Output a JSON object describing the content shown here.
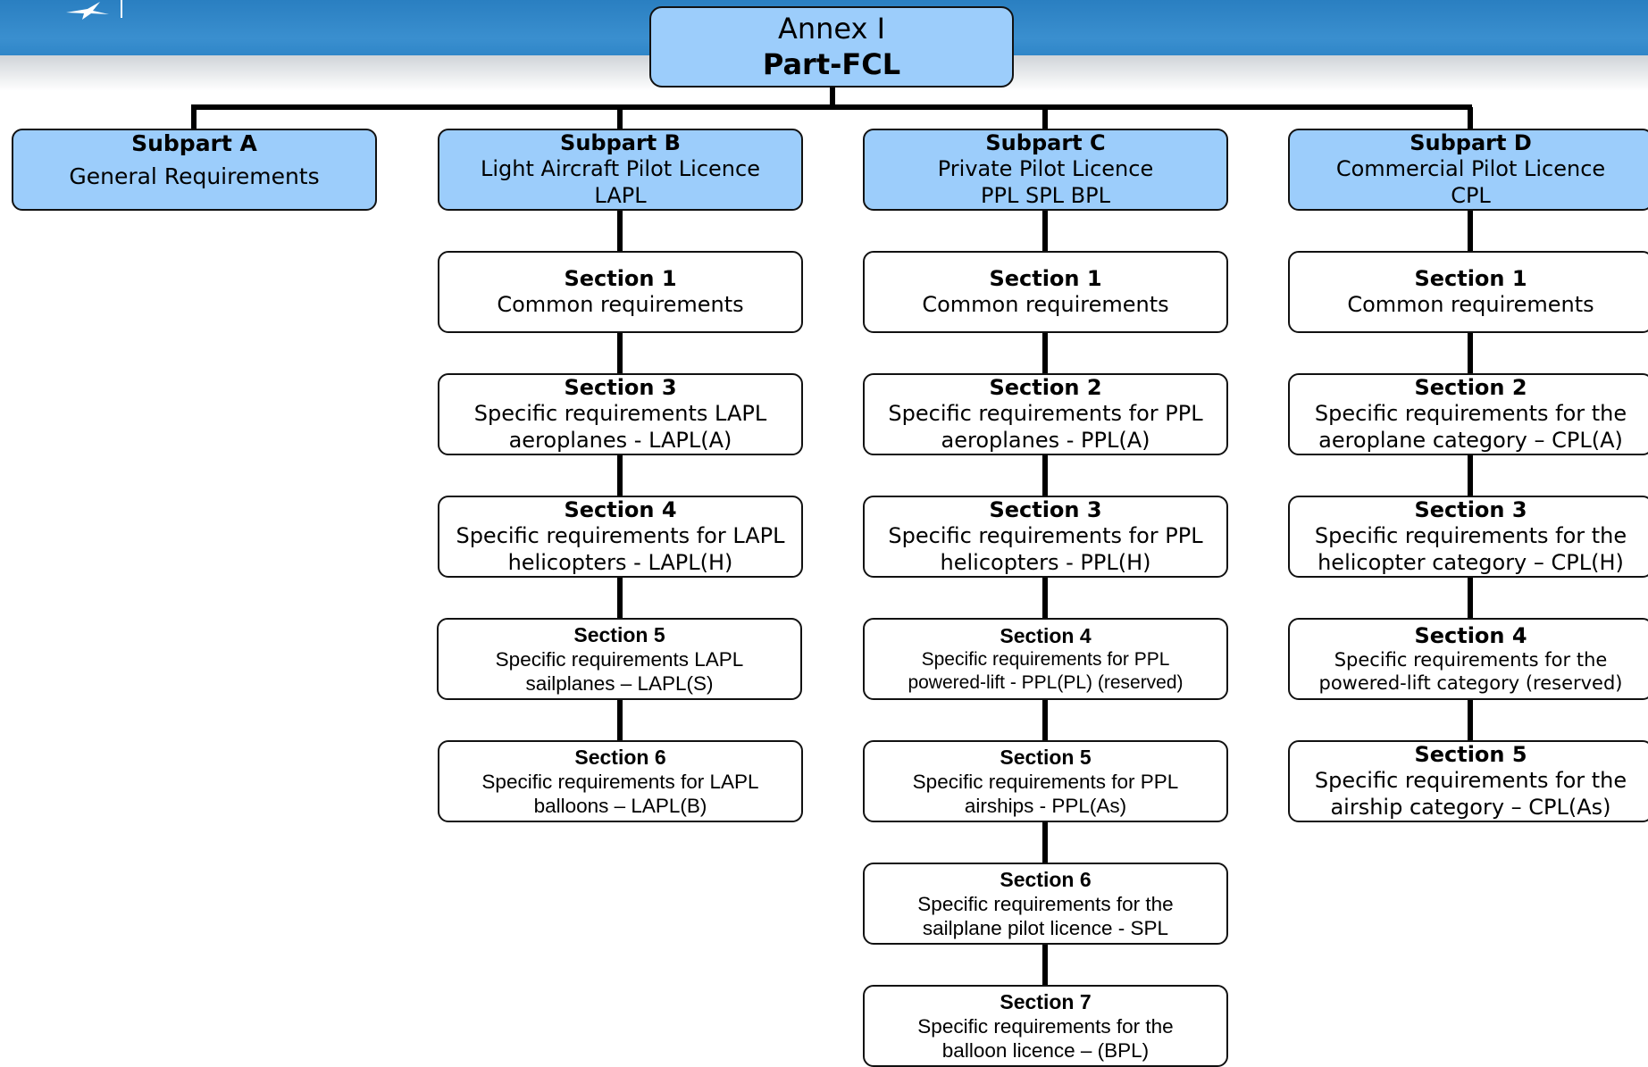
{
  "colors": {
    "banner": "#2f86c8",
    "header_box_fill": "#9ccdfb",
    "section_box_fill": "#ffffff",
    "line": "#000000"
  },
  "root": {
    "line1": "Annex I",
    "line2": "Part-FCL"
  },
  "subparts": [
    {
      "title": "Subpart A",
      "lines": [
        "General Requirements"
      ]
    },
    {
      "title": "Subpart B",
      "lines": [
        "Light Aircraft Pilot Licence",
        "LAPL"
      ]
    },
    {
      "title": "Subpart C",
      "lines": [
        "Private Pilot Licence",
        "PPL SPL BPL"
      ]
    },
    {
      "title": "Subpart D",
      "lines": [
        "Commercial Pilot Licence",
        "CPL"
      ]
    }
  ],
  "sections": {
    "b": [
      {
        "title": "Section 1",
        "lines": [
          "Common requirements"
        ]
      },
      {
        "title": "Section 3",
        "lines": [
          "Specific requirements LAPL",
          "aeroplanes - LAPL(A)"
        ]
      },
      {
        "title": "Section 4",
        "lines": [
          "Specific requirements for LAPL",
          "helicopters - LAPL(H)"
        ]
      },
      {
        "title": "Section 5",
        "lines": [
          "Specific requirements LAPL",
          "sailplanes – LAPL(S)"
        ]
      },
      {
        "title": "Section 6",
        "lines": [
          "Specific requirements for LAPL",
          "balloons – LAPL(B)"
        ]
      }
    ],
    "c": [
      {
        "title": "Section 1",
        "lines": [
          "Common requirements"
        ]
      },
      {
        "title": "Section 2",
        "lines": [
          "Specific requirements for PPL",
          "aeroplanes - PPL(A)"
        ]
      },
      {
        "title": "Section 3",
        "lines": [
          "Specific requirements for PPL",
          "helicopters - PPL(H)"
        ]
      },
      {
        "title": "Section 4",
        "lines": [
          "Specific requirements for PPL",
          "powered-lift - PPL(PL) (reserved)"
        ]
      },
      {
        "title": "Section 5",
        "lines": [
          "Specific requirements for PPL",
          "airships - PPL(As)"
        ]
      },
      {
        "title": "Section 6",
        "lines": [
          "Specific requirements for the",
          "sailplane pilot licence - SPL"
        ]
      },
      {
        "title": "Section 7",
        "lines": [
          "Specific requirements for the",
          "balloon licence – (BPL)"
        ]
      }
    ],
    "d": [
      {
        "title": "Section 1",
        "lines": [
          "Common requirements"
        ]
      },
      {
        "title": "Section 2",
        "lines": [
          "Specific requirements for the",
          "aeroplane category – CPL(A)"
        ]
      },
      {
        "title": "Section 3",
        "lines": [
          "Specific requirements for the",
          "helicopter category – CPL(H)"
        ]
      },
      {
        "title": "Section 4",
        "lines": [
          "Specific requirements for the",
          "powered-lift category (reserved)"
        ]
      },
      {
        "title": "Section 5",
        "lines": [
          "Specific requirements for the",
          "airship category – CPL(As)"
        ]
      }
    ]
  }
}
